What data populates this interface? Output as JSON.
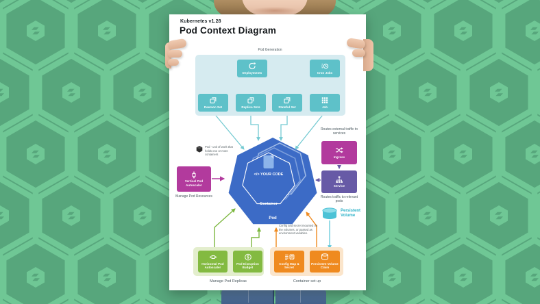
{
  "poster": {
    "kicker": "Kubernetes v1.28",
    "title": "Pod Context Diagram"
  },
  "generation": {
    "section_label": "Pod Generation",
    "row1": [
      {
        "label": "Deployments",
        "icon": "deploy-cycle-icon"
      },
      {
        "label": "Cron Jobs",
        "icon": "cron-clock-icon"
      }
    ],
    "row2": [
      {
        "label": "Daemon Set",
        "icon": "set-stack-icon"
      },
      {
        "label": "Replica Sets",
        "icon": "set-stack-icon"
      },
      {
        "label": "Stateful Set",
        "icon": "set-stack-icon"
      },
      {
        "label": "Job",
        "icon": "job-grid-icon"
      }
    ]
  },
  "pod": {
    "note": "Pod - unit of work that holds one or more containers",
    "code_glyph": "</>",
    "your_code_label": "YOUR CODE",
    "container_label": "Container",
    "pod_label": "Pod"
  },
  "left": {
    "vpa_label": "Vertical Pod Autoscaler",
    "caption": "Manage Pod Resources"
  },
  "right": {
    "ingress_caption": "Routes external traffic to services",
    "ingress_label": "Ingress",
    "service_label": "Service",
    "service_caption": "Routes traffic to relevant pods",
    "persistent_volume_label": "Persistent Volume"
  },
  "bottom": {
    "config_note": "Config and secret mounted on the volumes, or passed as environment variables.",
    "green_boxes": [
      {
        "label": "Horizontal Pod Autoscaler",
        "icon": "scale-horizontal-icon"
      },
      {
        "label": "Pod Disruption Budget",
        "icon": "dollar-circle-icon"
      }
    ],
    "green_caption": "Manage Pod Replicas",
    "orange_boxes": [
      {
        "label": "Config Map & Secret",
        "icon": "config-secret-icon"
      },
      {
        "label": "Persistent Volume Claim",
        "icon": "cylinder-icon"
      }
    ],
    "orange_caption": "Container set up"
  },
  "colors": {
    "background_green": "#57a67c",
    "pattern_light_green": "#6fc795",
    "teal_box": "#5ec1c9",
    "teal_panel": "#d6ebf0",
    "magenta": "#b23a9d",
    "purple": "#675aa6",
    "green_box": "#83ba41",
    "green_panel": "#e3eecd",
    "orange_box": "#ef8a1f",
    "orange_panel": "#fbe5cb",
    "pod_blue": "#3c6bc6",
    "persistent_volume_teal": "#2fb3c9"
  }
}
